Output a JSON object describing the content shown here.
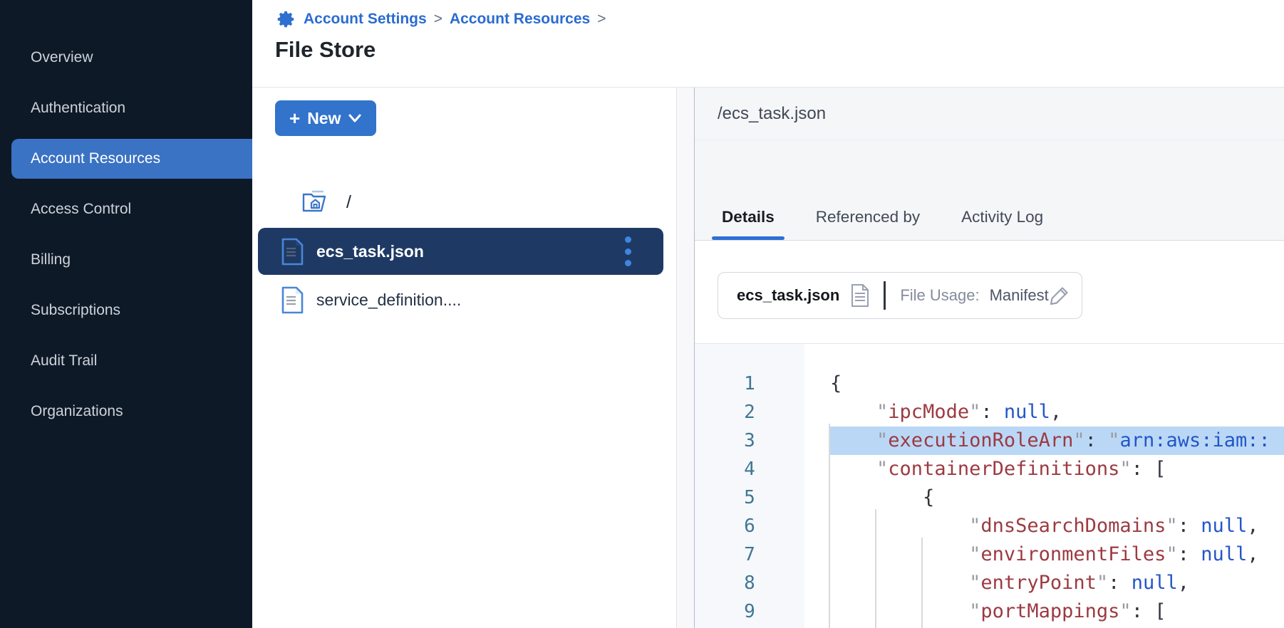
{
  "sidebar": {
    "items": [
      {
        "label": "Overview",
        "active": false
      },
      {
        "label": "Authentication",
        "active": false
      },
      {
        "label": "Account Resources",
        "active": true
      },
      {
        "label": "Access Control",
        "active": false
      },
      {
        "label": "Billing",
        "active": false
      },
      {
        "label": "Subscriptions",
        "active": false
      },
      {
        "label": "Audit Trail",
        "active": false
      },
      {
        "label": "Organizations",
        "active": false
      }
    ]
  },
  "breadcrumb": {
    "icon": "gear-icon",
    "items": [
      "Account Settings",
      "Account Resources"
    ],
    "separator": ">"
  },
  "page": {
    "title": "File Store"
  },
  "file_panel": {
    "new_button": {
      "plus": "+",
      "label": "New"
    },
    "root": {
      "path": "/"
    },
    "files": [
      {
        "name": "ecs_task.json",
        "selected": true,
        "has_menu": true
      },
      {
        "name": "service_definition....",
        "selected": false,
        "has_menu": false
      }
    ]
  },
  "right_panel": {
    "path": "/ecs_task.json",
    "tabs": [
      {
        "label": "Details",
        "active": true
      },
      {
        "label": "Referenced by",
        "active": false
      },
      {
        "label": "Activity Log",
        "active": false
      }
    ],
    "file_card": {
      "name": "ecs_task.json",
      "usage_label": "File Usage:",
      "usage_value": "Manifest"
    },
    "code": {
      "language": "json",
      "lines": [
        {
          "n": "1",
          "hl": false,
          "tokens": [
            [
              "p",
              "{"
            ]
          ]
        },
        {
          "n": "2",
          "hl": false,
          "tokens": [
            [
              "s",
              "    "
            ],
            [
              "q",
              "\""
            ],
            [
              "k",
              "ipcMode"
            ],
            [
              "q",
              "\""
            ],
            [
              "p",
              ": "
            ],
            [
              "v",
              "null"
            ],
            [
              "p",
              ","
            ]
          ]
        },
        {
          "n": "3",
          "hl": true,
          "tokens": [
            [
              "s",
              "    "
            ],
            [
              "q",
              "\""
            ],
            [
              "k",
              "executionRoleArn"
            ],
            [
              "q",
              "\""
            ],
            [
              "p",
              ": "
            ],
            [
              "q",
              "\""
            ],
            [
              "v",
              "arn:aws:iam::"
            ]
          ]
        },
        {
          "n": "4",
          "hl": false,
          "tokens": [
            [
              "s",
              "    "
            ],
            [
              "q",
              "\""
            ],
            [
              "k",
              "containerDefinitions"
            ],
            [
              "q",
              "\""
            ],
            [
              "p",
              ": ["
            ]
          ]
        },
        {
          "n": "5",
          "hl": false,
          "tokens": [
            [
              "s",
              "        "
            ],
            [
              "p",
              "{"
            ]
          ]
        },
        {
          "n": "6",
          "hl": false,
          "tokens": [
            [
              "s",
              "            "
            ],
            [
              "q",
              "\""
            ],
            [
              "k",
              "dnsSearchDomains"
            ],
            [
              "q",
              "\""
            ],
            [
              "p",
              ": "
            ],
            [
              "v",
              "null"
            ],
            [
              "p",
              ","
            ]
          ]
        },
        {
          "n": "7",
          "hl": false,
          "tokens": [
            [
              "s",
              "            "
            ],
            [
              "q",
              "\""
            ],
            [
              "k",
              "environmentFiles"
            ],
            [
              "q",
              "\""
            ],
            [
              "p",
              ": "
            ],
            [
              "v",
              "null"
            ],
            [
              "p",
              ","
            ]
          ]
        },
        {
          "n": "8",
          "hl": false,
          "tokens": [
            [
              "s",
              "            "
            ],
            [
              "q",
              "\""
            ],
            [
              "k",
              "entryPoint"
            ],
            [
              "q",
              "\""
            ],
            [
              "p",
              ": "
            ],
            [
              "v",
              "null"
            ],
            [
              "p",
              ","
            ]
          ]
        },
        {
          "n": "9",
          "hl": false,
          "tokens": [
            [
              "s",
              "            "
            ],
            [
              "q",
              "\""
            ],
            [
              "k",
              "portMappings"
            ],
            [
              "q",
              "\""
            ],
            [
              "p",
              ": ["
            ]
          ]
        }
      ]
    }
  },
  "colors": {
    "sidebar_bg": "#0e1928",
    "sidebar_selected": "#3a72c4",
    "accent_blue": "#3273cb",
    "breadcrumb_link": "#2a6bd2",
    "file_selected_bg": "#1e3a64",
    "tab_underline": "#2e6fd6",
    "panel_bg": "#f5f6f8",
    "line_highlight": "#bad8f6",
    "line_number": "#3f7795",
    "code_key": "#9c3a42",
    "code_value": "#2356c8",
    "code_quote": "#989aa2"
  }
}
